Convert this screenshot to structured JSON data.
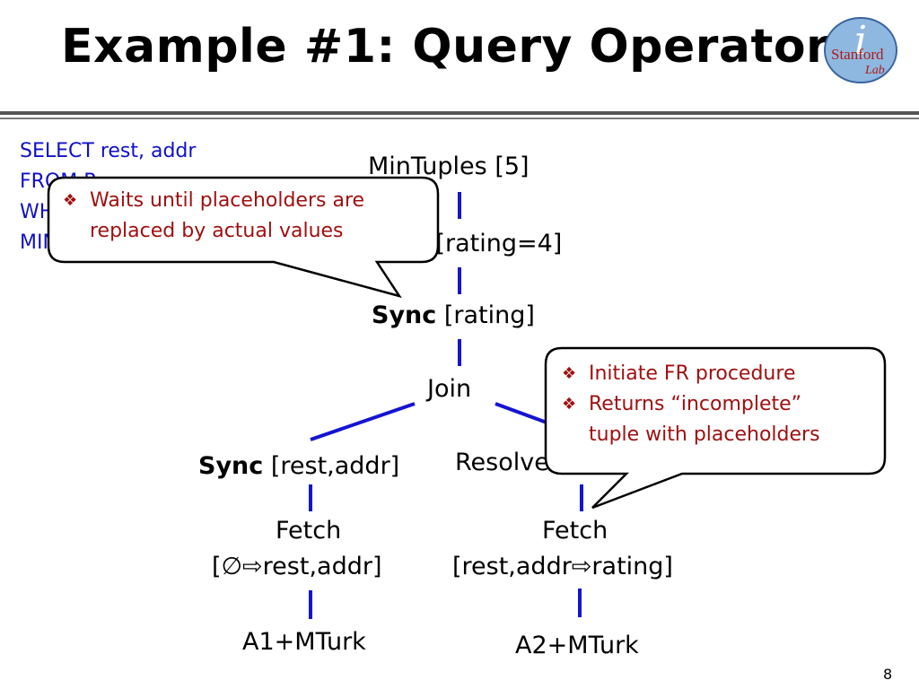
{
  "title": "Example #1: Query Operators",
  "logo": {
    "big_letter": "i",
    "line1": "Stanford",
    "line2": "Lab"
  },
  "sql": [
    "SELECT rest, addr",
    "FROM R",
    "WHERE rating=4",
    "MINTUPLES 5"
  ],
  "nodes": {
    "mintuples": "MinTuples [5]",
    "filter": "Filter [rating=4]",
    "sync_rating_kw": "Sync",
    "sync_rating_arg": " [rating]",
    "join": "Join",
    "sync_rest_kw": "Sync",
    "sync_rest_arg": " [rest,addr]",
    "resolve": "Resolve [rest,addr]",
    "fetch_left_name": "Fetch",
    "fetch_left_arg": "[∅⇨rest,addr]",
    "fetch_right_name": "Fetch",
    "fetch_right_arg": "[rest,addr⇨rating]",
    "a1": "A1+MTurk",
    "a2": "A2+MTurk"
  },
  "callout_left": {
    "items": [
      "Waits until placeholders are",
      "replaced by actual values"
    ]
  },
  "callout_right": {
    "items": [
      "Initiate FR procedure",
      "Returns “incomplete”",
      "tuple with placeholders"
    ]
  },
  "bullet_glyph": "❖",
  "page_number": "8",
  "colors": {
    "edge": "#1414d2",
    "sql": "#1010c8",
    "callout_text": "#a01010",
    "rule": "#555555"
  }
}
